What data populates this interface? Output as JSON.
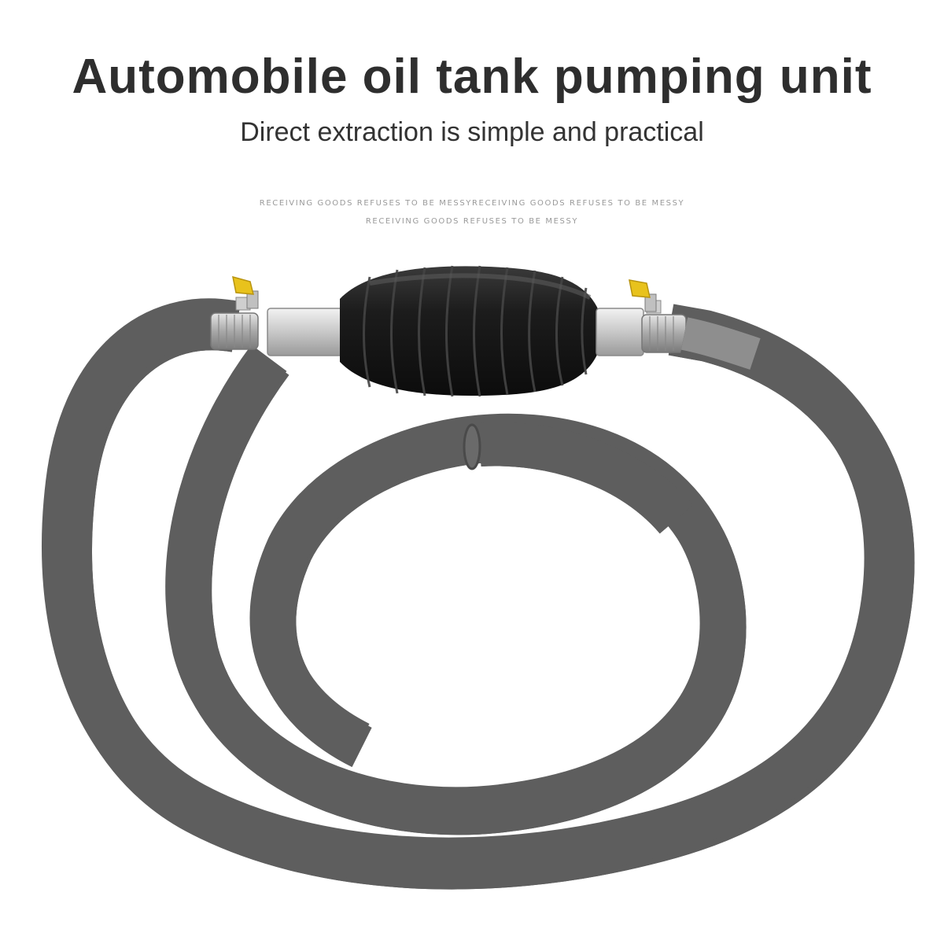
{
  "header": {
    "title": "Automobile oil tank pumping unit",
    "subtitle": "Direct extraction is simple and practical",
    "tagline_line1": "RECEIVING GOODS REFUSES TO BE MESSYRECEIVING GOODS REFUSES TO BE MESSY",
    "tagline_line2": "RECEIVING GOODS REFUSES TO BE MESSY"
  },
  "product": {
    "bulb_color": "#1c1c1c",
    "hose_color": "#8c8c8c",
    "hose_edge_color": "#5a5a5a",
    "valve_color": "#e8c21c",
    "fitting_color": "#d9d9d9"
  }
}
